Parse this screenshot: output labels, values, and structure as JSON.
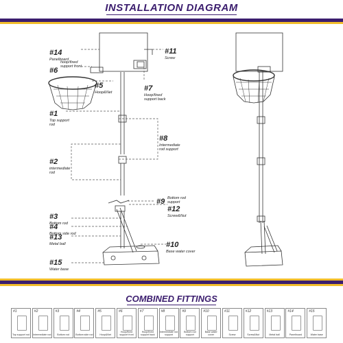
{
  "header": {
    "title": "INSTALLATION DIAGRAM"
  },
  "colors": {
    "purple": "#3b1d6e",
    "gold": "#f1bd2a"
  },
  "parts": {
    "p14": {
      "num": "#14",
      "name": "Panelboard"
    },
    "p11": {
      "num": "#11",
      "name": "Screw"
    },
    "p6": {
      "num": "#6",
      "name": "hoop/fixed support front"
    },
    "p5": {
      "num": "#5",
      "name": "Hoop&Net"
    },
    "p7": {
      "num": "#7",
      "name": "Hoop/fixed support back"
    },
    "p1": {
      "num": "#1",
      "name": "Top support rod"
    },
    "p8": {
      "num": "#8",
      "name": "Intermediate rod support"
    },
    "p2": {
      "num": "#2",
      "name": "intermediate rod"
    },
    "p9": {
      "num": "#9",
      "name": "Bottom rod support"
    },
    "p12": {
      "num": "#12",
      "name": "Screw&Nut"
    },
    "p3": {
      "num": "#3",
      "name": "Bottom rod"
    },
    "p4": {
      "num": "#4",
      "name": "Bottom side rod"
    },
    "p13": {
      "num": "#13",
      "name": "Metal ball"
    },
    "p10": {
      "num": "#10",
      "name": "Base water cover"
    },
    "p15": {
      "num": "#15",
      "name": "Water base"
    }
  },
  "fittings": {
    "title": "COMBINED FITTINGS",
    "items": [
      {
        "num": "#1",
        "name": "Top support rod"
      },
      {
        "num": "#2",
        "name": "Intermediate rod"
      },
      {
        "num": "#3",
        "name": "Bottom rod"
      },
      {
        "num": "#4",
        "name": "Bottom side rod"
      },
      {
        "num": "#5",
        "name": "Hoop&Net"
      },
      {
        "num": "#6",
        "name": "Hoop/fixed support front"
      },
      {
        "num": "#7",
        "name": "Hoop/fixed support back"
      },
      {
        "num": "#8",
        "name": "Intermediate rod support"
      },
      {
        "num": "#9",
        "name": "Bottom rod support"
      },
      {
        "num": "#10",
        "name": "Base water cover"
      },
      {
        "num": "#11",
        "name": "Screw"
      },
      {
        "num": "#12",
        "name": "Screw&Nut"
      },
      {
        "num": "#13",
        "name": "Metal ball"
      },
      {
        "num": "#14",
        "name": "Panelboard"
      },
      {
        "num": "#15",
        "name": "Water base"
      }
    ]
  }
}
